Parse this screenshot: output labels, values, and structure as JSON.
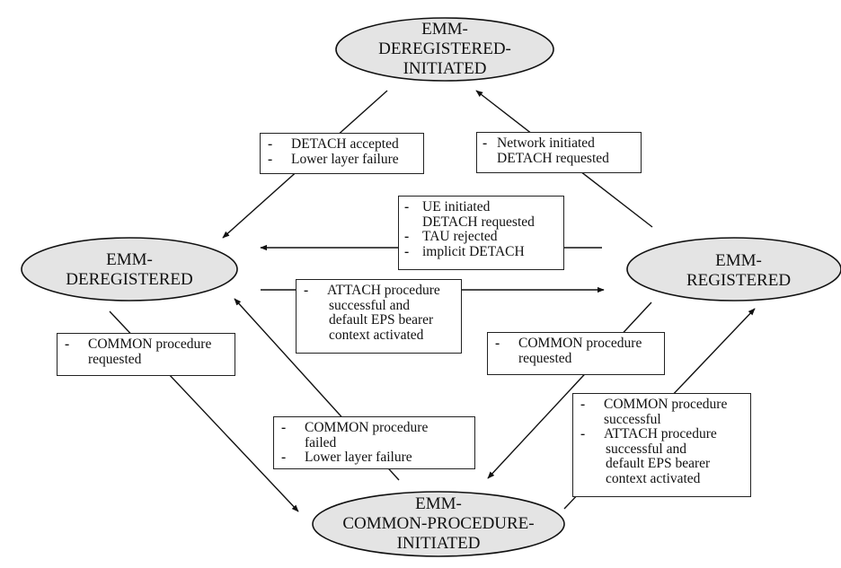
{
  "diagram": {
    "title": "EMM state machine",
    "colors": {
      "state_fill": "#e4e4e4",
      "stroke": "#111111",
      "background": "#ffffff"
    },
    "states": [
      {
        "id": "deregistered_initiated",
        "lines": [
          "EMM-",
          "DEREGISTERED-",
          "INITIATED"
        ]
      },
      {
        "id": "deregistered",
        "lines": [
          "EMM-",
          "DEREGISTERED"
        ]
      },
      {
        "id": "registered",
        "lines": [
          "EMM-",
          "REGISTERED"
        ]
      },
      {
        "id": "common_procedure_initiated",
        "lines": [
          "EMM-",
          "COMMON-PROCEDURE-",
          "INITIATED"
        ]
      }
    ],
    "transitions": [
      {
        "id": "t1",
        "from": "deregistered_initiated",
        "to": "deregistered",
        "conditions": [
          {
            "lines": [
              "DETACH accepted"
            ]
          },
          {
            "lines": [
              "Lower layer failure"
            ]
          }
        ]
      },
      {
        "id": "t2",
        "from": "registered",
        "to": "deregistered_initiated",
        "conditions": [
          {
            "lines": [
              "Network initiated",
              "DETACH requested"
            ]
          }
        ]
      },
      {
        "id": "t3",
        "from": "registered",
        "to": "deregistered",
        "conditions": [
          {
            "lines": [
              "UE initiated",
              "DETACH requested"
            ]
          },
          {
            "lines": [
              "TAU rejected"
            ]
          },
          {
            "lines": [
              "implicit DETACH"
            ]
          }
        ]
      },
      {
        "id": "t4",
        "from": "deregistered",
        "to": "registered",
        "conditions": [
          {
            "lines": [
              "ATTACH procedure",
              "successful and",
              "default EPS bearer",
              "context activated"
            ]
          }
        ]
      },
      {
        "id": "t5",
        "from": "deregistered",
        "to": "common_procedure_initiated",
        "conditions": [
          {
            "lines": [
              "COMMON procedure",
              "requested"
            ]
          }
        ]
      },
      {
        "id": "t6",
        "from": "registered",
        "to": "common_procedure_initiated",
        "conditions": [
          {
            "lines": [
              "COMMON procedure",
              "requested"
            ]
          }
        ]
      },
      {
        "id": "t7",
        "from": "common_procedure_initiated",
        "to": "deregistered",
        "conditions": [
          {
            "lines": [
              "COMMON procedure",
              "failed"
            ]
          },
          {
            "lines": [
              "Lower layer failure"
            ]
          }
        ]
      },
      {
        "id": "t8",
        "from": "common_procedure_initiated",
        "to": "registered",
        "conditions": [
          {
            "lines": [
              "COMMON procedure",
              "successful"
            ]
          },
          {
            "lines": [
              "ATTACH procedure",
              "successful and",
              "default EPS bearer",
              "context activated"
            ]
          }
        ]
      }
    ]
  }
}
